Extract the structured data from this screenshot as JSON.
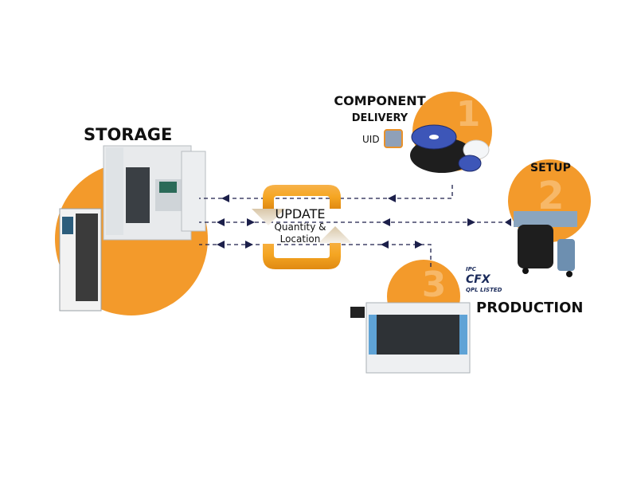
{
  "labels": {
    "storage": "STORAGE",
    "delivery_line1": "COMPONENT",
    "delivery_line2": "DELIVERY",
    "uid": "UID",
    "setup": "SETUP",
    "production": "PRODUCTION",
    "update_title": "UPDATE",
    "update_line1": "Quantity &",
    "update_line2": "Location",
    "cfx_top": "IPC",
    "cfx_main": "CFX",
    "cfx_bottom": "QPL LISTED"
  },
  "step_numbers": [
    "1",
    "2",
    "3"
  ],
  "colors": {
    "orange": "#f39a2b",
    "arrow": "#1c1f4a",
    "text": "#111111"
  }
}
